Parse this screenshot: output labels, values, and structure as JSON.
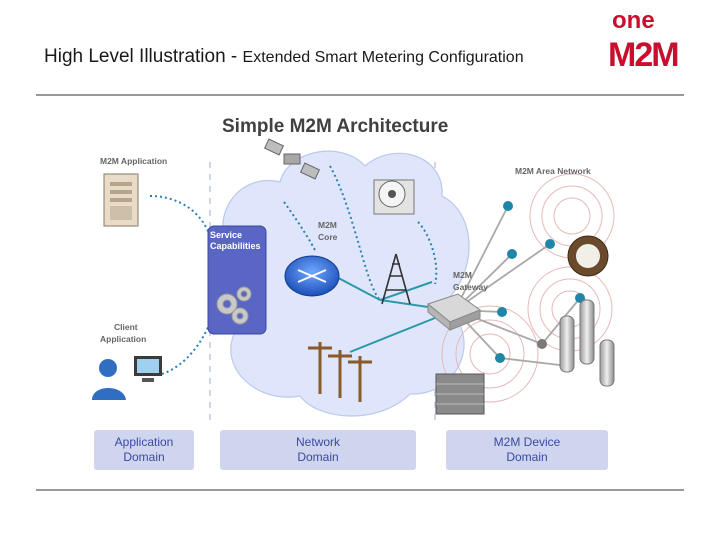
{
  "header": {
    "title_part1": "High Level Illustration - ",
    "title_part2": "Extended Smart Metering Configuration",
    "logo_text_top": "one",
    "logo_text_bottom": "M2M"
  },
  "diagram": {
    "heading": "Simple M2M Architecture",
    "labels": {
      "m2m_application": "M2M Application",
      "client_application_line1": "Client",
      "client_application_line2": "Application",
      "service_capabilities_line1": "Service",
      "service_capabilities_line2": "Capabilities",
      "m2m_core_line1": "M2M",
      "m2m_core_line2": "Core",
      "m2m_gateway_line1": "M2M",
      "m2m_gateway_line2": "Gateway",
      "m2m_area_network": "M2M Area Network"
    },
    "domains": [
      {
        "line1": "Application",
        "line2": "Domain"
      },
      {
        "line1": "Network",
        "line2": "Domain"
      },
      {
        "line1": "M2M Device",
        "line2": "Domain"
      }
    ]
  },
  "colors": {
    "accent_red": "#c8102e",
    "cloud_blue": "#dfe6fb",
    "service_box": "#5a66c4",
    "domain_box": "#cfd5ee",
    "link_teal": "#2a9aa8",
    "dotted_blue": "#2a7fb8"
  }
}
